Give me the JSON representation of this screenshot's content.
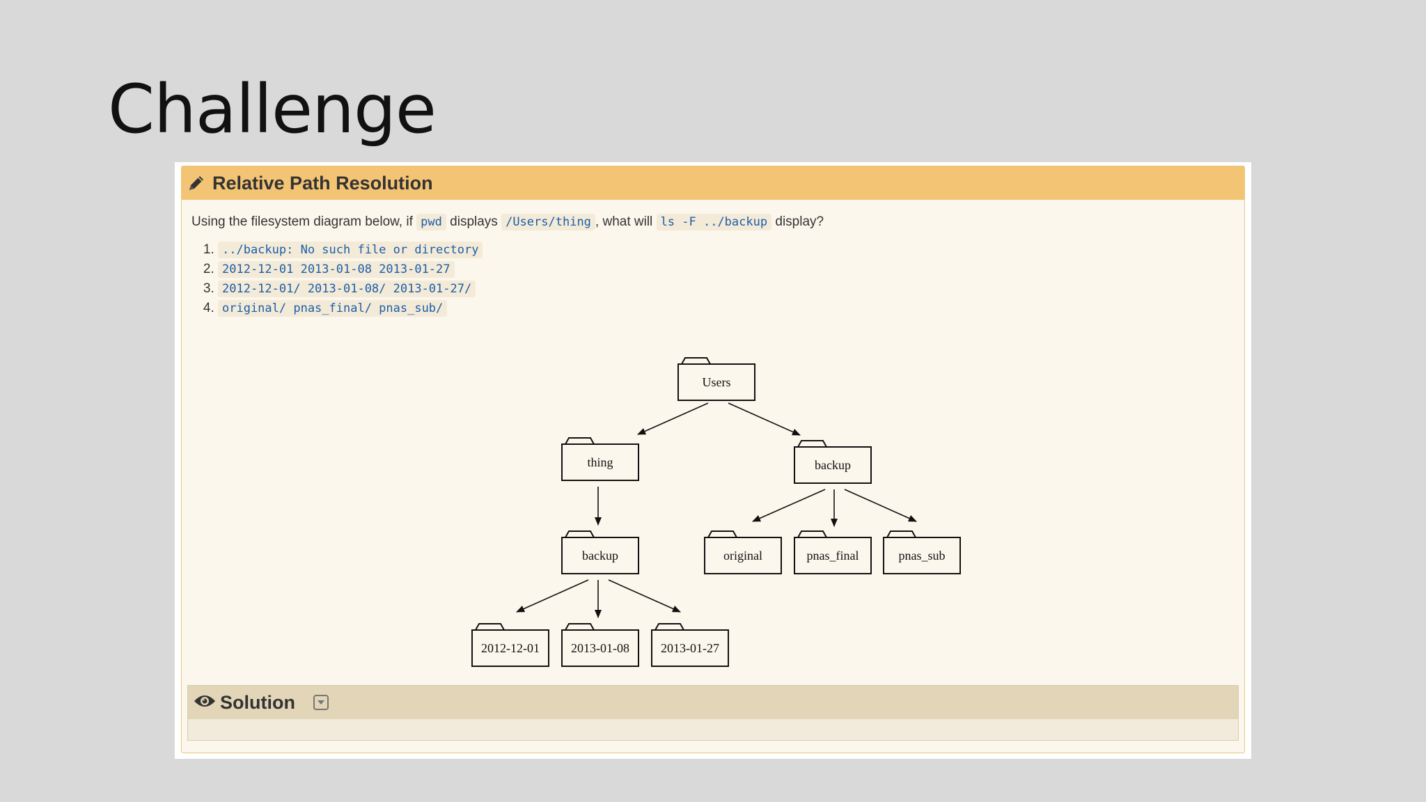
{
  "slide": {
    "title": "Challenge"
  },
  "challenge": {
    "title": "Relative Path Resolution",
    "question": {
      "prefix": "Using the filesystem diagram below, if",
      "code1": "pwd",
      "mid1": "displays",
      "code2": "/Users/thing",
      "mid2": ", what will",
      "code3": "ls -F ../backup",
      "suffix": "display?"
    },
    "options": [
      "../backup: No such file or directory",
      "2012-12-01 2013-01-08 2013-01-27",
      "2012-12-01/ 2013-01-08/ 2013-01-27/",
      "original/ pnas_final/ pnas_sub/"
    ],
    "tree": {
      "root": "Users",
      "thing": "thing",
      "backup_top": "backup",
      "backup_inner": "backup",
      "original": "original",
      "pnas_final": "pnas_final",
      "pnas_sub": "pnas_sub",
      "d1": "2012-12-01",
      "d2": "2013-01-08",
      "d3": "2013-01-27"
    }
  },
  "solution": {
    "label": "Solution"
  },
  "icons": {
    "header": "pencil-icon",
    "solution": "eye-icon",
    "toggle": "caret-down-icon"
  }
}
